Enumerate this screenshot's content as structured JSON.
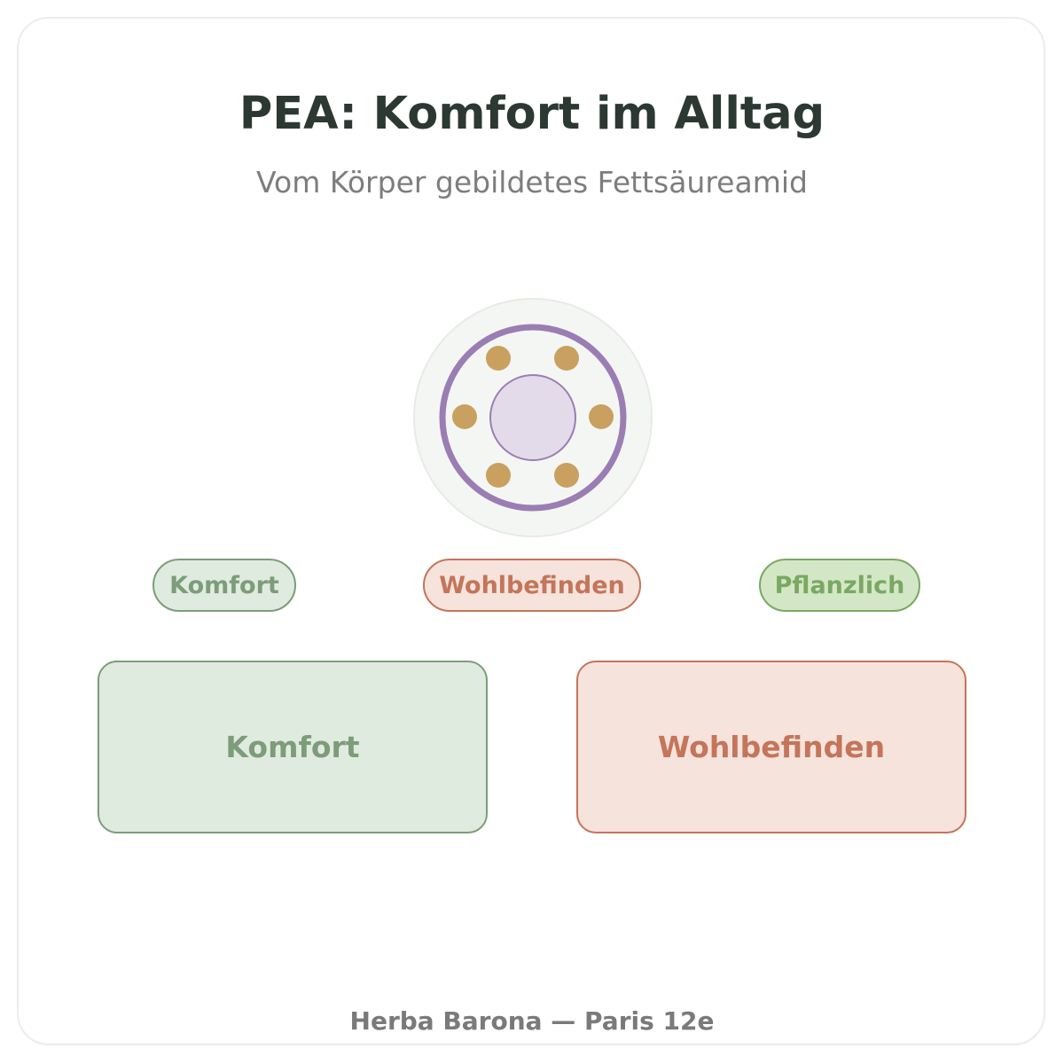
{
  "header": {
    "title": "PEA: Komfort im Alltag",
    "subtitle": "Vom Körper gebildetes Fettsäureamid"
  },
  "emblem": {
    "icon": "molecule-ring-icon",
    "colors": {
      "outer": "#f4f6f3",
      "ring": "#9a7eb3",
      "core": "#e3dbea",
      "dots": "#c9a060"
    }
  },
  "tags": [
    {
      "label": "Komfort",
      "color": "#7d9c79"
    },
    {
      "label": "Wohlbefinden",
      "color": "#c4755a"
    },
    {
      "label": "Pflanzlich",
      "color": "#7aa862"
    }
  ],
  "panels": [
    {
      "label": "Komfort",
      "color": "#7d9c79"
    },
    {
      "label": "Wohlbefinden",
      "color": "#c4755a"
    }
  ],
  "footer": {
    "text": "Herba Barona — Paris 12e"
  }
}
